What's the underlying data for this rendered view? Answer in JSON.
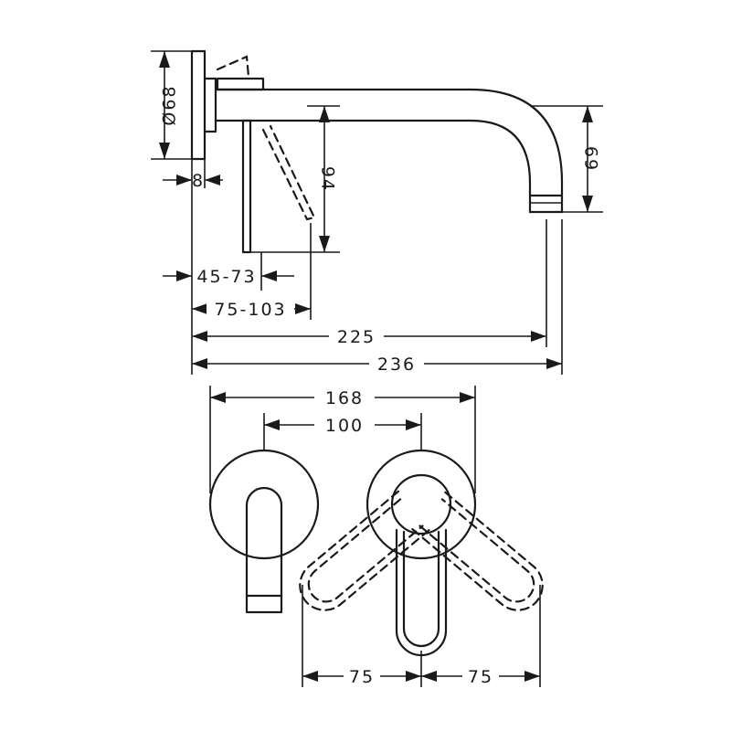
{
  "drawing": {
    "colors": {
      "line": "#1a1a1a",
      "background": "#ffffff"
    },
    "dimensions": {
      "rosette_diameter": "Ø68",
      "rosette_thickness": "8",
      "handle_drop": "94",
      "spout_height": "69",
      "handle_offset_range": "45-73",
      "handle_reach_range": "75-103",
      "spout_projection": "225",
      "total_projection": "236",
      "rosette_spacing_total": "168",
      "rosette_spacing_center": "100",
      "lever_swing_left": "75",
      "lever_swing_right": "75"
    }
  }
}
